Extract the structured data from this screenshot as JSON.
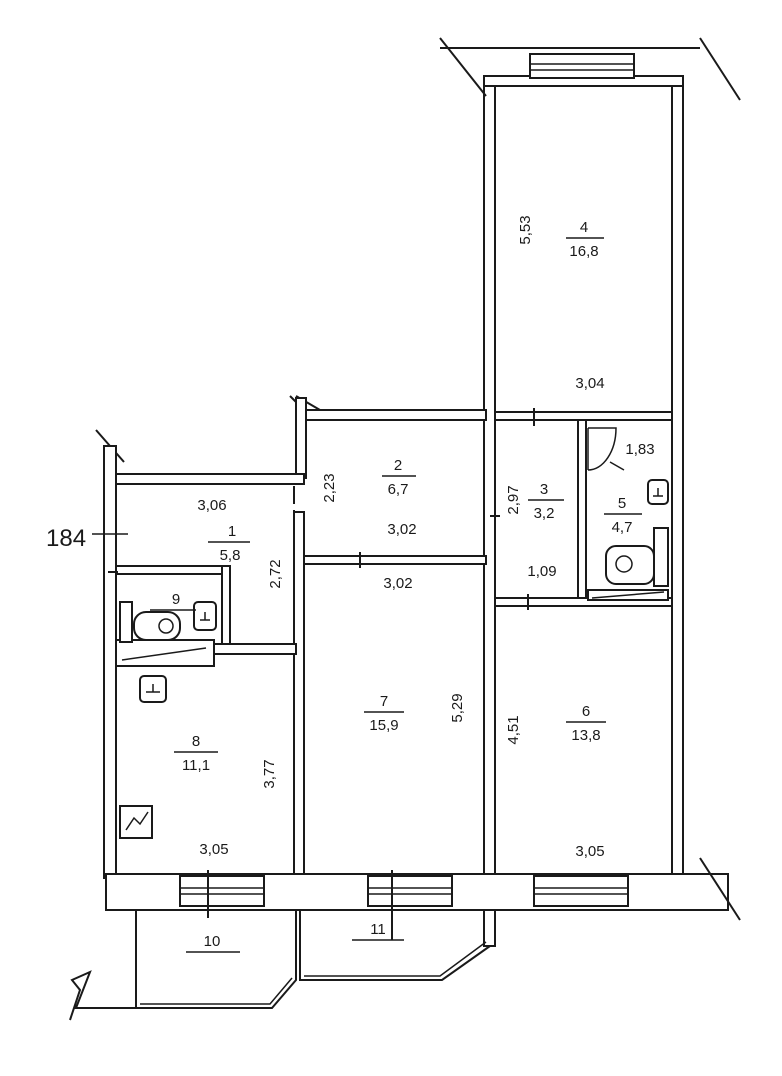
{
  "apartment": {
    "id": "184"
  },
  "rooms": [
    {
      "number": "1",
      "area": "5,8"
    },
    {
      "number": "2",
      "area": "6,7"
    },
    {
      "number": "3",
      "area": "3,2"
    },
    {
      "number": "4",
      "area": "16,8"
    },
    {
      "number": "5",
      "area": "4,7"
    },
    {
      "number": "6",
      "area": "13,8"
    },
    {
      "number": "7",
      "area": "15,9"
    },
    {
      "number": "8",
      "area": "11,1"
    },
    {
      "number": "9",
      "area": ""
    },
    {
      "number": "10",
      "area": ""
    },
    {
      "number": "11",
      "area": ""
    }
  ],
  "dimensions": {
    "room4_height": "5,53",
    "room4_width": "3,04",
    "room5_door": "1,83",
    "room3_height": "2,97",
    "room3_width": "1,09",
    "room2_height": "2,23",
    "room2_width": "3,02",
    "room1_width": "3,06",
    "room1_height": "2,72",
    "room7_width": "3,02",
    "room7_height": "5,29",
    "room6_height": "4,51",
    "room6_width": "3,05",
    "room8_height": "3,77",
    "room8_width": "3,05"
  }
}
